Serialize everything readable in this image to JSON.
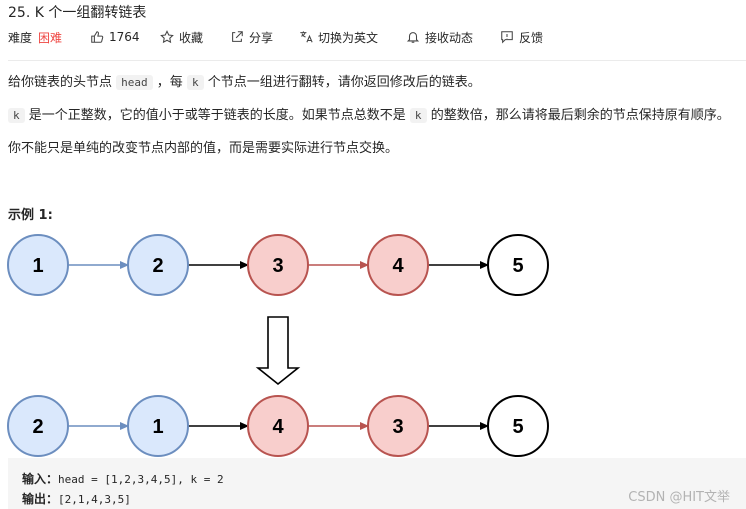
{
  "problem": {
    "title": "25. K 个一组翻转链表",
    "difficulty_label": "难度",
    "difficulty_value": "困难",
    "likes": "1764",
    "favorite_label": "收藏",
    "share_label": "分享",
    "switch_lang_label": "切换为英文",
    "follow_label": "接收动态",
    "feedback_label": "反馈"
  },
  "description": {
    "p1_a": "给你链表的头节点",
    "p1_code1": "head",
    "p1_b": "，每",
    "p1_code2": "k",
    "p1_c": "个节点一组进行翻转，请你返回修改后的链表。",
    "p2_code": "k",
    "p2_a": "是一个正整数，它的值小于或等于链表的长度。如果节点总数不是",
    "p2_code2": "k",
    "p2_b": "的整数倍，那么请将最后剩余的节点保持原有顺序。",
    "p3": "你不能只是单纯的改变节点内部的值，而是需要实际进行节点交换。"
  },
  "example": {
    "title": "示例 1:",
    "before_nodes": [
      "1",
      "2",
      "3",
      "4",
      "5"
    ],
    "after_nodes": [
      "2",
      "1",
      "4",
      "3",
      "5"
    ],
    "input_label": "输入：",
    "input_value": "head = [1,2,3,4,5], k = 2",
    "output_label": "输出：",
    "output_value": "[2,1,4,3,5]"
  },
  "colors": {
    "blue_fill": "#dae8fc",
    "blue_stroke": "#6c8ebf",
    "red_fill": "#f8cecc",
    "red_stroke": "#b85450",
    "hard": "#ef4743"
  },
  "watermark": "CSDN @HIT文举"
}
